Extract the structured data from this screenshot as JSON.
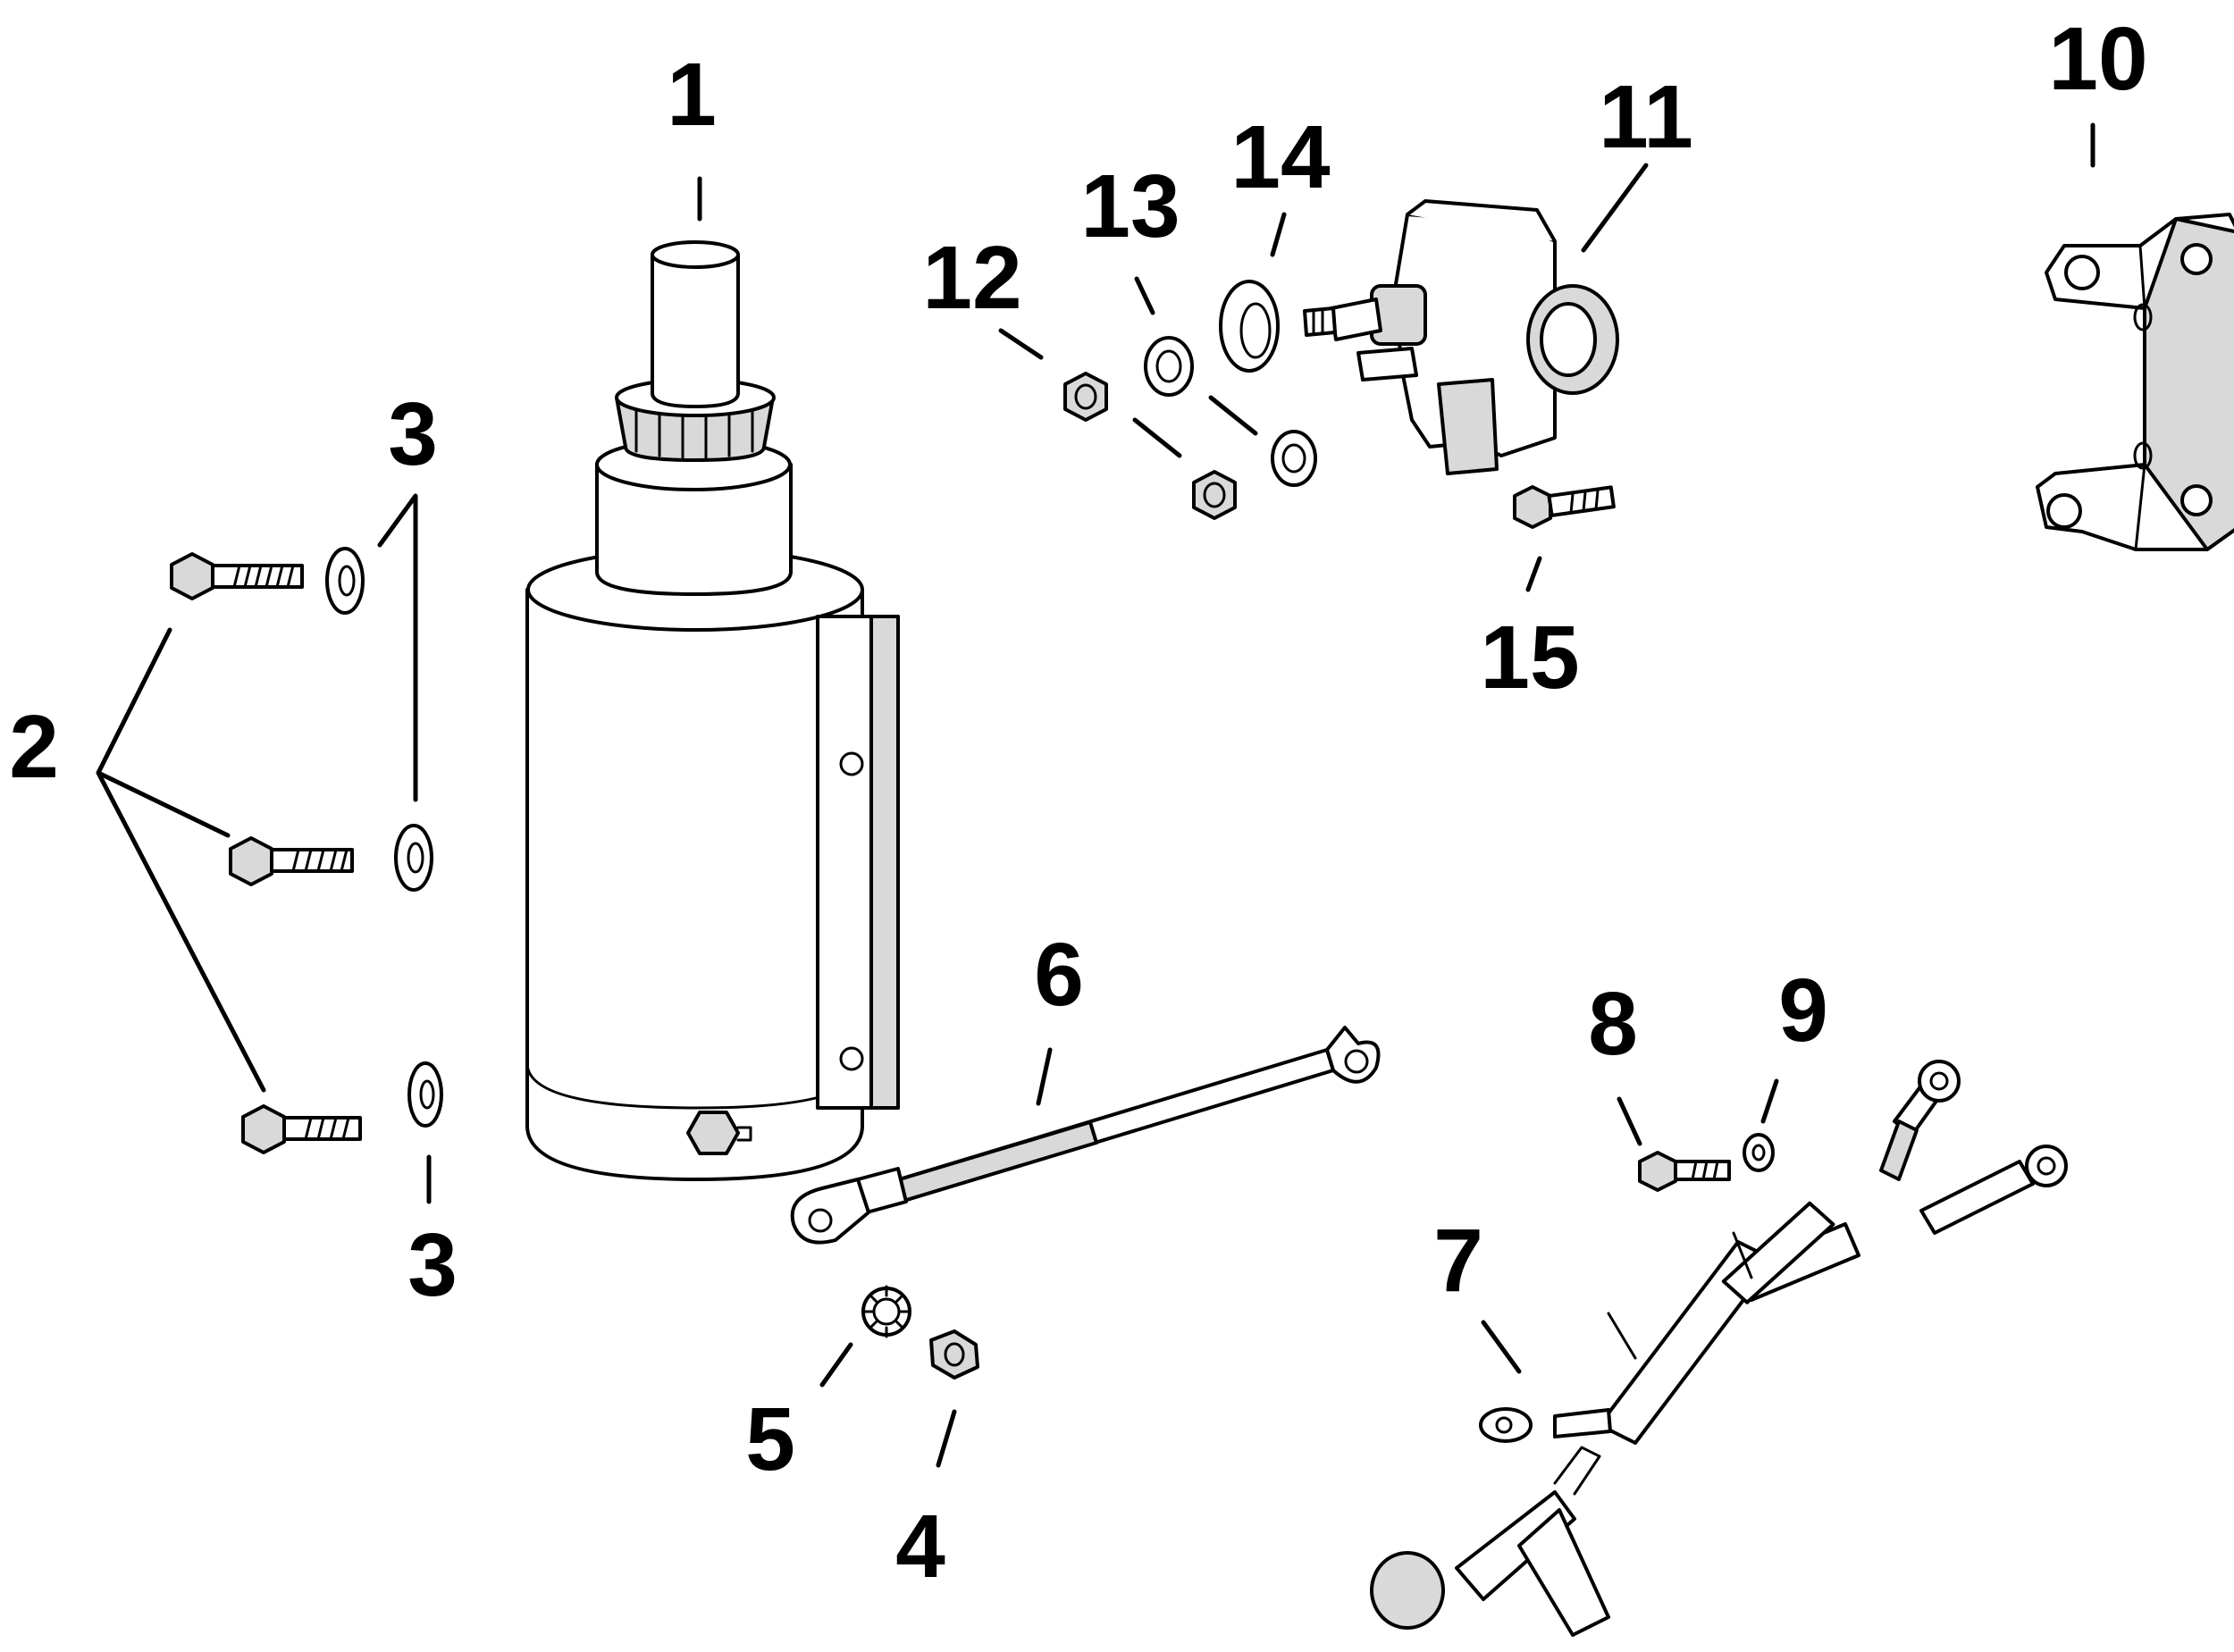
{
  "diagram": {
    "callouts": {
      "c1": "1",
      "c2": "2",
      "c3a": "3",
      "c3b": "3",
      "c4": "4",
      "c5": "5",
      "c6": "6",
      "c7": "7",
      "c8": "8",
      "c9": "9",
      "c10": "10",
      "c11": "11",
      "c12": "12",
      "c13": "13",
      "c14": "14",
      "c15": "15"
    }
  }
}
